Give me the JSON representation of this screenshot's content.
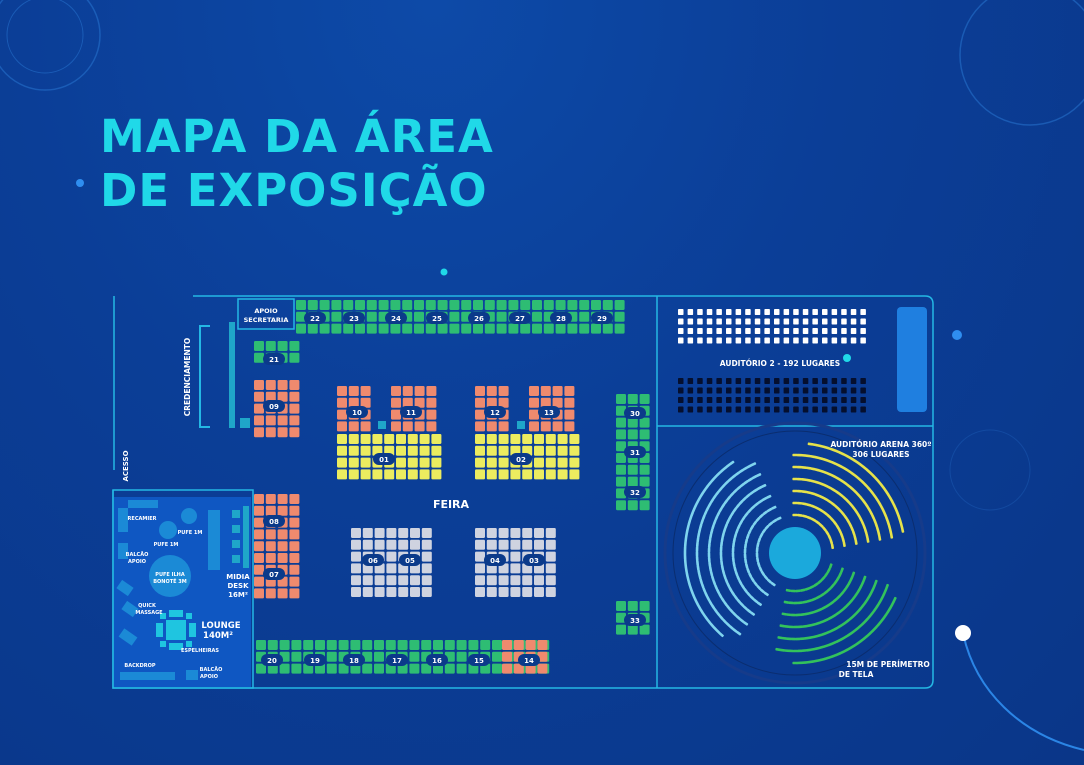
{
  "page": {
    "title_line1": "MAPA DA ÁREA",
    "title_line2": "DE EXPOSIÇÃO"
  },
  "colors": {
    "background": "#0b3e97",
    "accent": "#20d9e8",
    "green_booth": "#2ebd73",
    "orange_booth": "#ef8a6e",
    "yellow_booth": "#ecec5f",
    "gray_booth": "#cfd3e0",
    "outline": "#24b8e4"
  },
  "map": {
    "labels": {
      "credenciamento": "CREDENCIAMENTO",
      "acesso": "ACESSO",
      "apoio_secretaria_1": "APOIO",
      "apoio_secretaria_2": "SECRETARIA",
      "feira": "FEIRA",
      "midia_desk_1": "MIDIA",
      "midia_desk_2": "DESK",
      "midia_desk_3": "16M²",
      "auditorio2": "AUDITÓRIO 2 - 192 LUGARES",
      "arena_1": "AUDITÓRIO ARENA 360º",
      "arena_2": "306 LUGARES",
      "perimetro_1": "15M DE PERÍMETRO",
      "perimetro_2": "DE TELA",
      "lounge_1": "LOUNGE",
      "lounge_2": "140M²"
    },
    "lounge_items": {
      "recamier": "RECAMIER",
      "pufe_1m_a": "PUFE 1M",
      "pufe_1m_b": "PUFE 1M",
      "balcao_apoio_1": "BALCÃO",
      "balcao_apoio_2": "APOIO",
      "pufe_ilha_1": "PUFE ILHA",
      "pufe_ilha_2": "BONOTÉ 3M",
      "quick_1": "QUICK",
      "quick_2": "MASSAGE",
      "espelheiras": "ESPELHEIRAS",
      "backdrop": "BACKDROP",
      "balcao_apoio_b1": "BALCÃO",
      "balcao_apoio_b2": "APOIO"
    },
    "top_row_booths": [
      "22",
      "23",
      "24",
      "25",
      "26",
      "27",
      "28",
      "29"
    ],
    "bottom_row_booths": [
      "20",
      "19",
      "18",
      "17",
      "16",
      "15",
      "14"
    ],
    "left_column_booths": [
      "21",
      "09",
      "08",
      "07"
    ],
    "center_booths": [
      "10",
      "11",
      "12",
      "13",
      "01",
      "02",
      "06",
      "05",
      "04",
      "03"
    ],
    "right_column_booths": [
      "30",
      "31",
      "32",
      "33"
    ]
  }
}
